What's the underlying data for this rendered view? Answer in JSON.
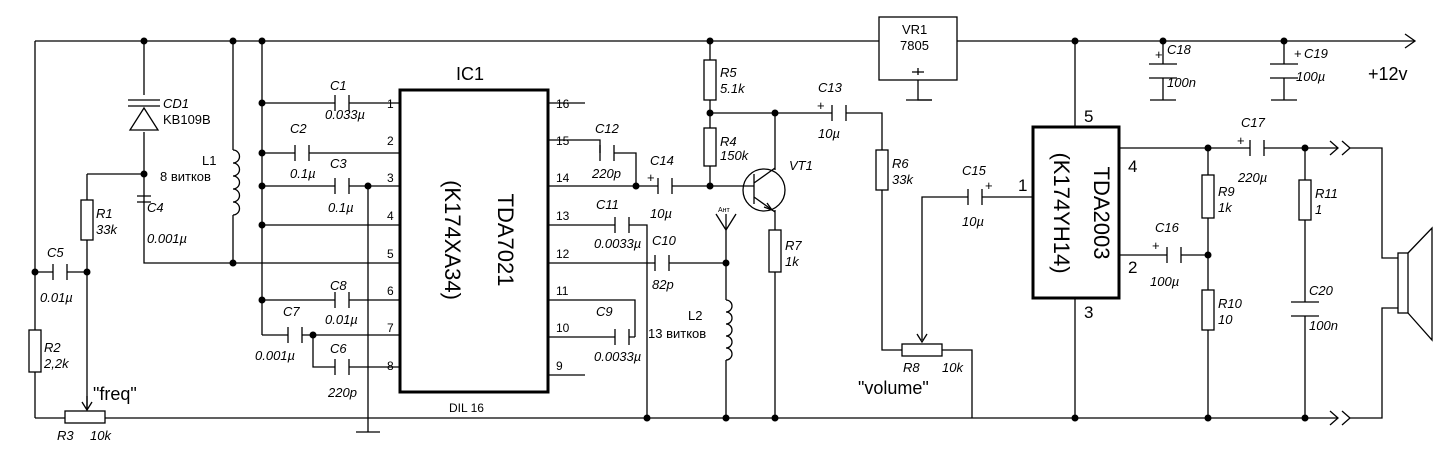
{
  "components": [
    {
      "id": "cd1",
      "ref": "CD1",
      "value": "KB109B"
    },
    {
      "id": "l1",
      "ref": "L1",
      "value": "8 витков"
    },
    {
      "id": "r1",
      "ref": "R1",
      "value": "33k"
    },
    {
      "id": "c4",
      "ref": "C4",
      "value": "0.001µ"
    },
    {
      "id": "c5",
      "ref": "C5",
      "value": "0.01µ"
    },
    {
      "id": "r2",
      "ref": "R2",
      "value": "2,2k"
    },
    {
      "id": "r3",
      "ref": "R3",
      "value": "10k"
    },
    {
      "id": "c1",
      "ref": "C1",
      "value": "0.033µ"
    },
    {
      "id": "c2",
      "ref": "C2",
      "value": "0.1µ"
    },
    {
      "id": "c3",
      "ref": "C3",
      "value": "0.1µ"
    },
    {
      "id": "c8",
      "ref": "C8",
      "value": "0.01µ"
    },
    {
      "id": "c7",
      "ref": "C7",
      "value": "0.001µ"
    },
    {
      "id": "c6",
      "ref": "C6",
      "value": "220p"
    },
    {
      "id": "c12",
      "ref": "C12",
      "value": "220p"
    },
    {
      "id": "c14",
      "ref": "C14",
      "value": "10µ"
    },
    {
      "id": "c11",
      "ref": "C11",
      "value": "0.0033µ"
    },
    {
      "id": "c10",
      "ref": "C10",
      "value": "82p"
    },
    {
      "id": "c9",
      "ref": "C9",
      "value": "0.0033µ"
    },
    {
      "id": "l2",
      "ref": "L2",
      "value": "13 витков"
    },
    {
      "id": "r5",
      "ref": "R5",
      "value": "5.1k"
    },
    {
      "id": "r4",
      "ref": "R4",
      "value": "150k"
    },
    {
      "id": "vt1",
      "ref": "VT1",
      "value": ""
    },
    {
      "id": "r7",
      "ref": "R7",
      "value": "1k"
    },
    {
      "id": "c13",
      "ref": "C13",
      "value": "10µ"
    },
    {
      "id": "r6",
      "ref": "R6",
      "value": "33k"
    },
    {
      "id": "r8",
      "ref": "R8",
      "value": "10k"
    },
    {
      "id": "c15",
      "ref": "C15",
      "value": "10µ"
    },
    {
      "id": "vr1",
      "ref": "VR1",
      "value": "7805"
    },
    {
      "id": "c18",
      "ref": "C18",
      "value": "100n"
    },
    {
      "id": "c19",
      "ref": "C19",
      "value": "100µ"
    },
    {
      "id": "c16",
      "ref": "C16",
      "value": "100µ"
    },
    {
      "id": "c17",
      "ref": "C17",
      "value": "220µ"
    },
    {
      "id": "r9",
      "ref": "R9",
      "value": "1k"
    },
    {
      "id": "r10",
      "ref": "R10",
      "value": "10"
    },
    {
      "id": "r11",
      "ref": "R11",
      "value": "1"
    },
    {
      "id": "c20",
      "ref": "C20",
      "value": "100n"
    }
  ],
  "ic1": {
    "ref": "IC1",
    "name": "TDA7021",
    "alt": "(K174XA34)",
    "package": "DIL 16",
    "pins_left": [
      "1",
      "2",
      "3",
      "4",
      "5",
      "6",
      "7",
      "8"
    ],
    "pins_right": [
      "16",
      "15",
      "14",
      "13",
      "12",
      "11",
      "10",
      "9"
    ]
  },
  "ic2": {
    "name": "TDA2003",
    "alt": "(K174YH14)",
    "pins": {
      "in": "1",
      "gnd_out": "2",
      "gnd": "3",
      "out": "4",
      "vcc": "5"
    }
  },
  "labels": {
    "supply": "+12v",
    "freq": "\"freq\"",
    "volume": "\"volume\"",
    "antenna": "Ант"
  }
}
